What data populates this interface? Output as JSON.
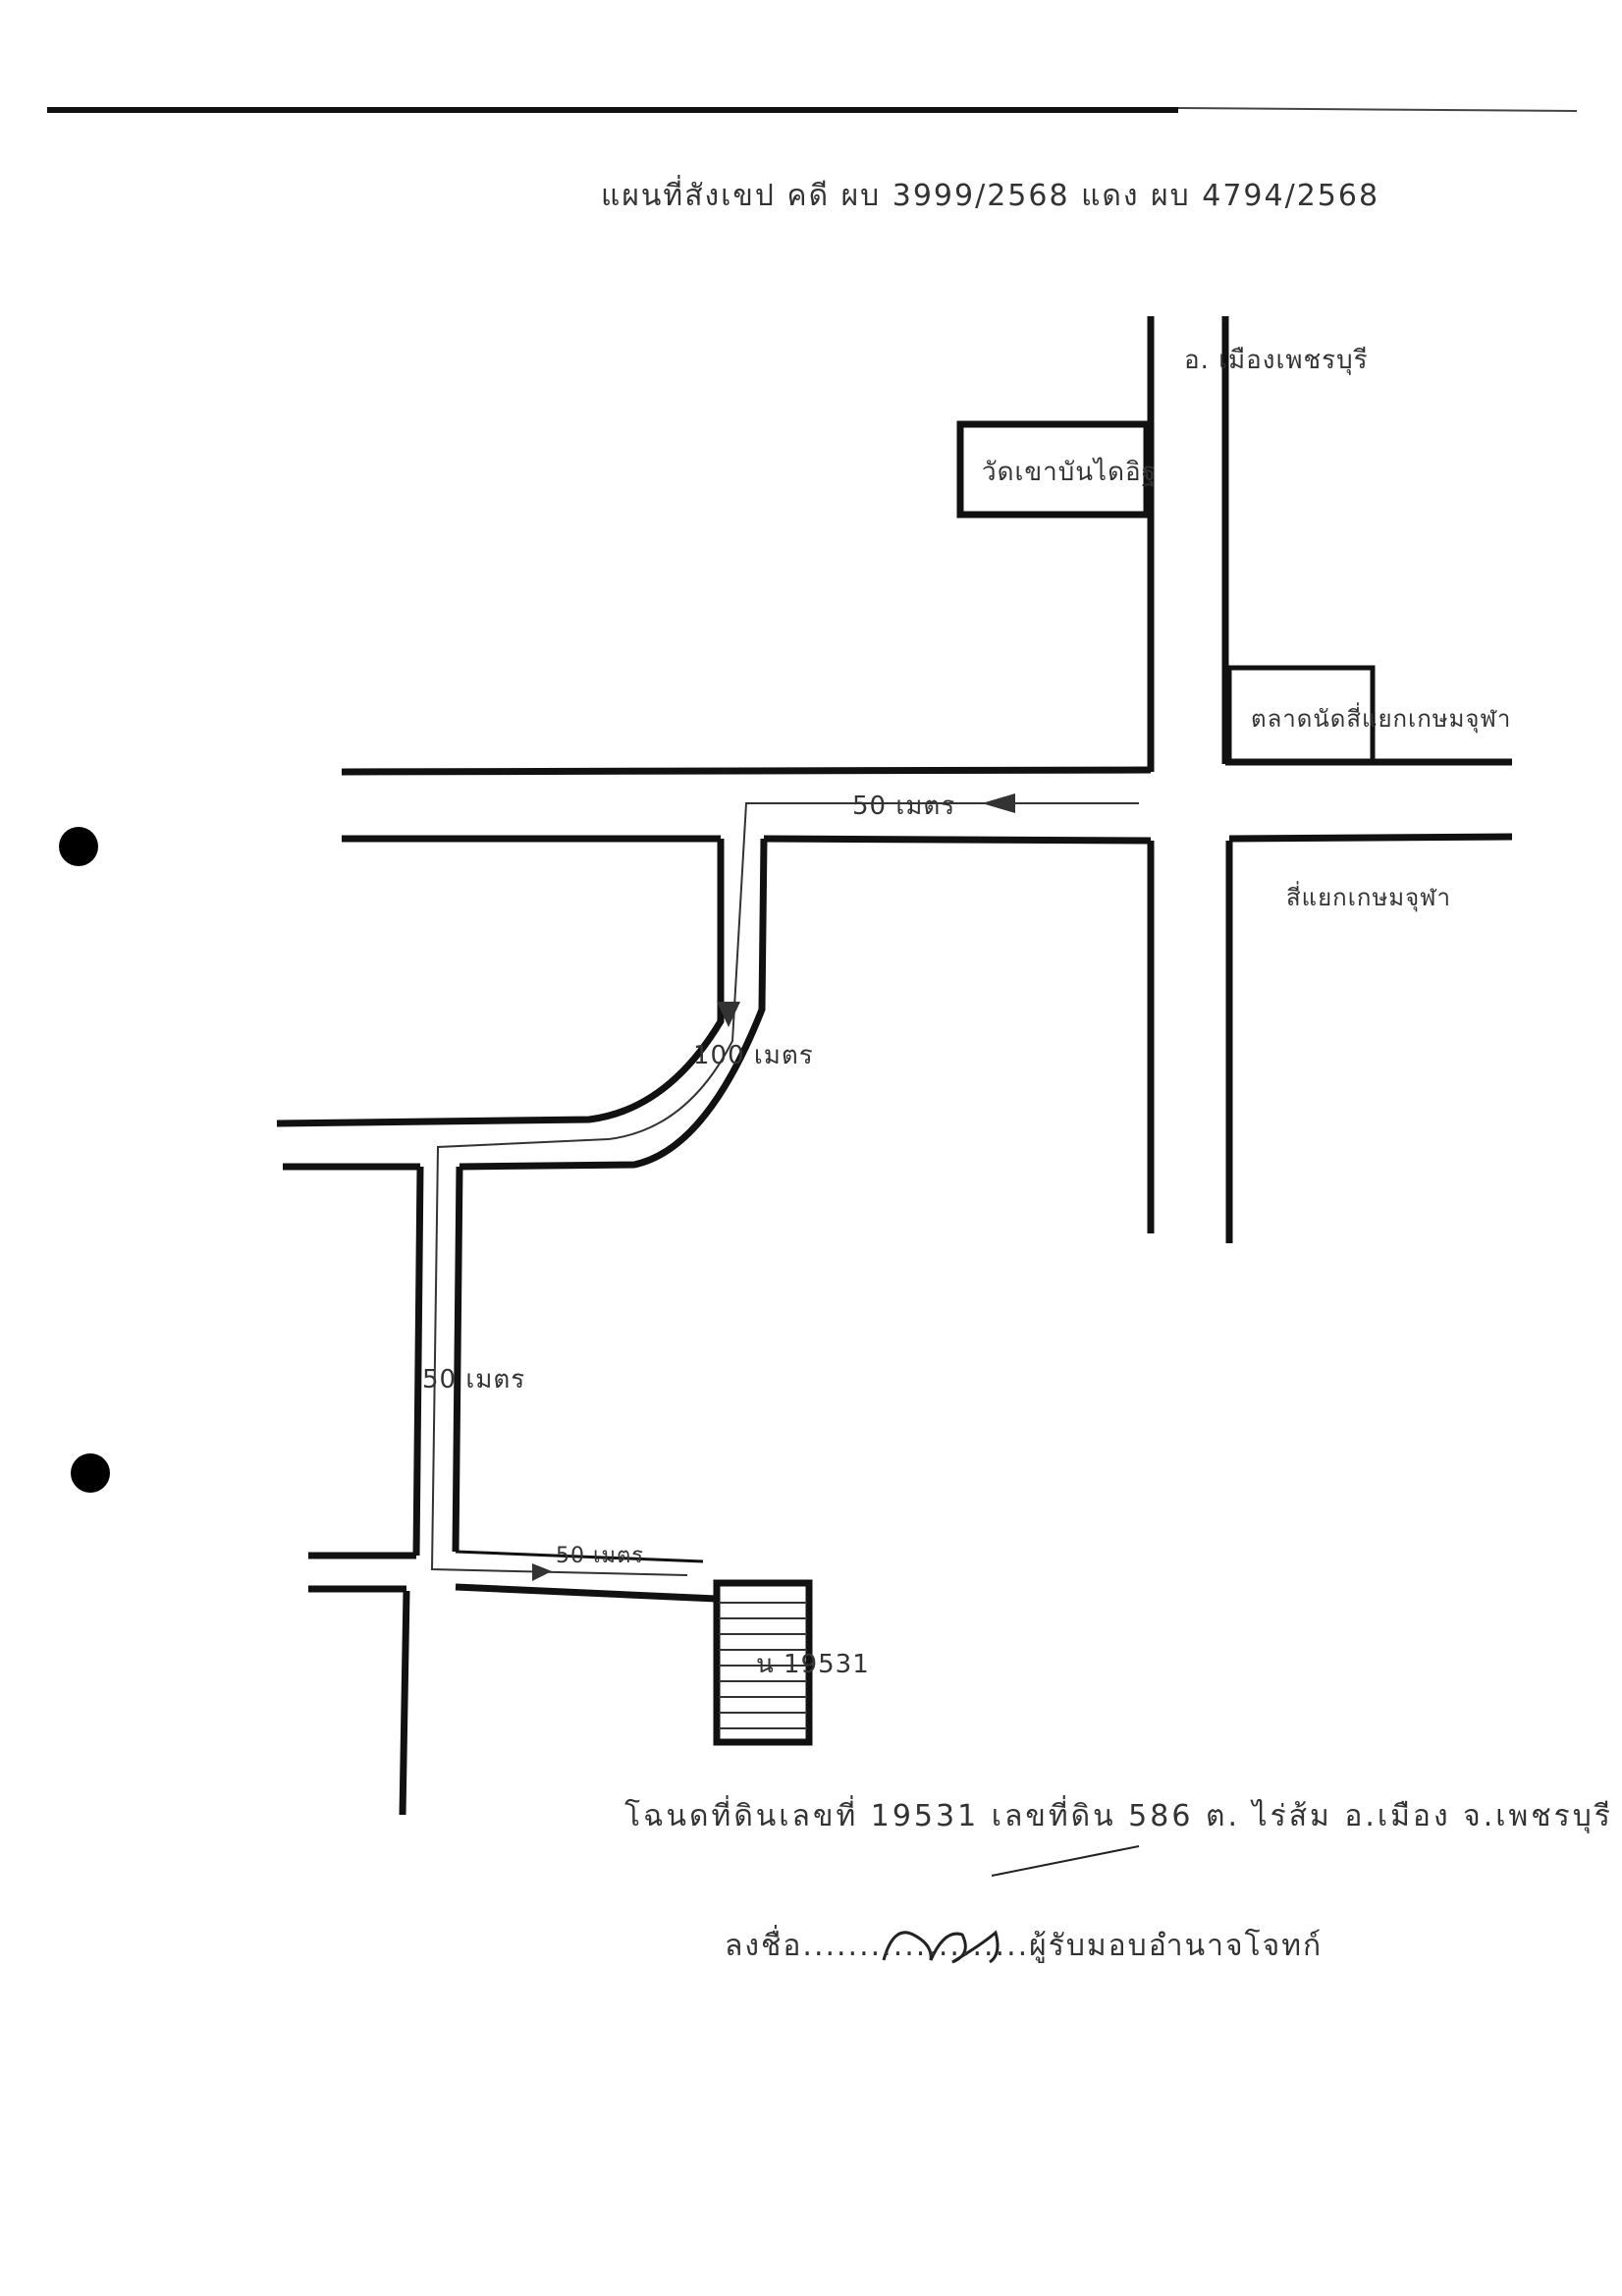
{
  "title": "แผนที่สังเขป คดี ผบ 3999/2568 แดง ผบ 4794/2568",
  "labels": {
    "district": "อ. เมืองเพชรบุรี",
    "temple": "วัดเขาบันไดอิฐ",
    "market": "ตลาดนัดสี่แยกเกษมจุฬา",
    "intersection": "สี่แยกเกษมจุฬา",
    "dist_1": "50 เมตร",
    "dist_2": "100 เมตร",
    "dist_3": "50 เมตร",
    "dist_4": "50 เมตร",
    "parcel": "น 19531"
  },
  "note": "โฉนดที่ดินเลขที่ 19531 เลขที่ดิน 586 ต. ไร่ส้ม อ.เมือง จ.เพชรบุรี",
  "signature_line": {
    "prefix": "ลงชื่อ..........",
    "dots": "..........",
    "role": "ผู้รับมอบอำนาจโจทก์",
    "signature_image": "handwritten-signature"
  },
  "icons": [
    "arrow-icon",
    "punch-hole"
  ]
}
